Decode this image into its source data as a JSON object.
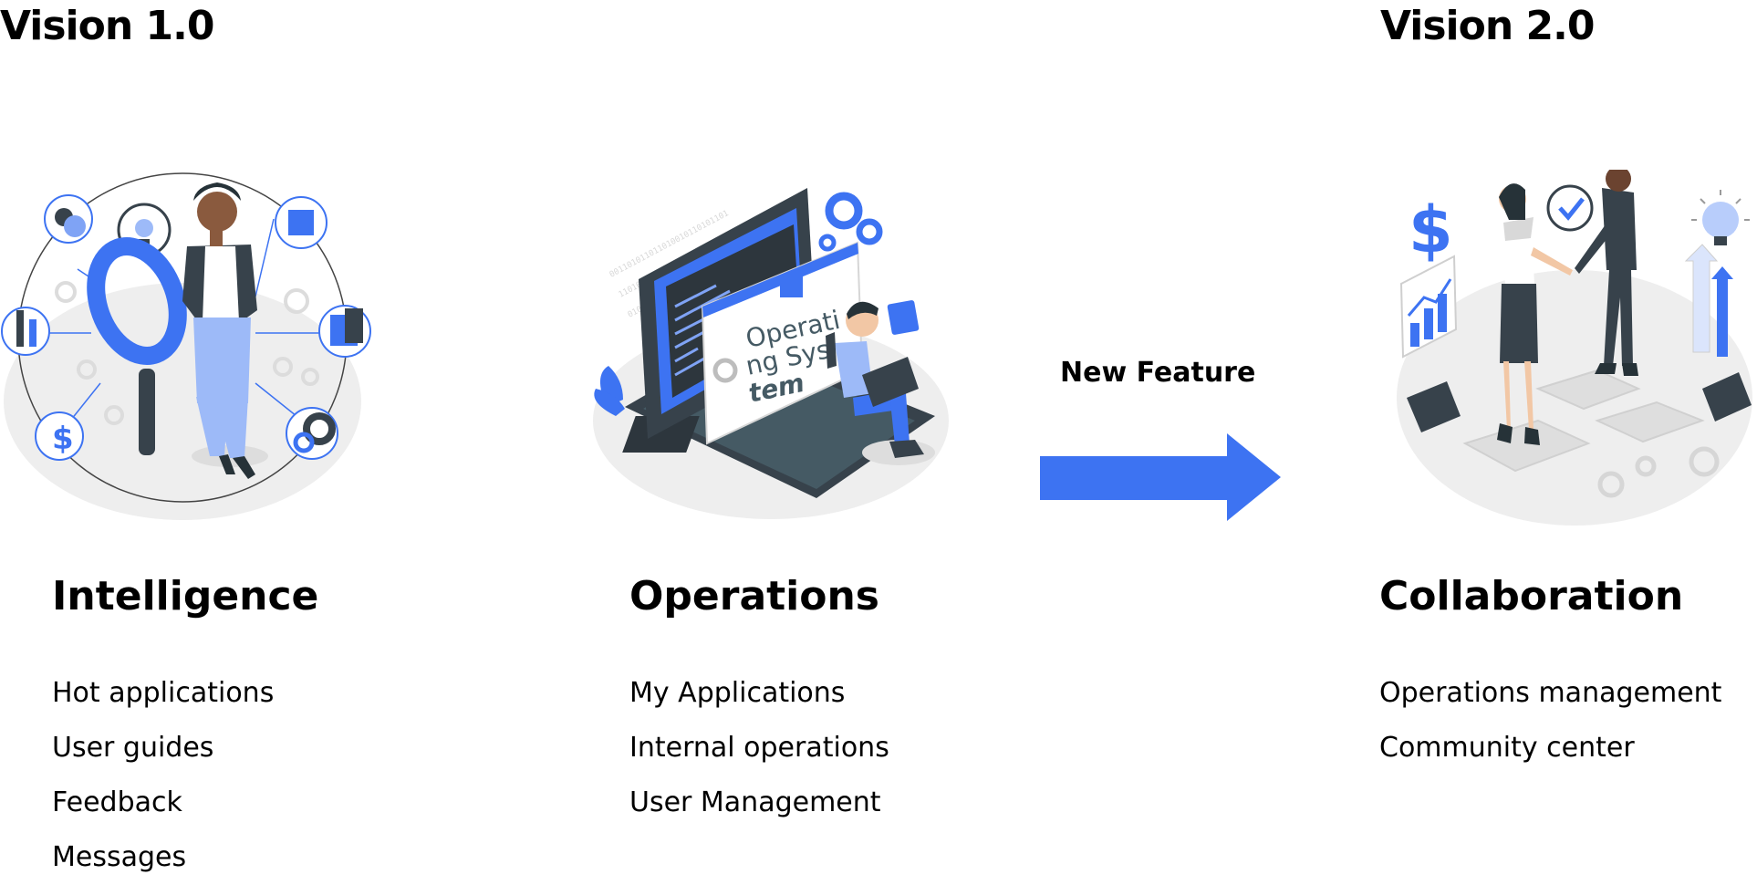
{
  "vision_left": {
    "title": "Vision 1.0"
  },
  "vision_right": {
    "title": "Vision 2.0"
  },
  "transition": {
    "label": "New Feature"
  },
  "columns": [
    {
      "title": "Intelligence",
      "items": [
        "Hot applications",
        "User guides",
        "Feedback",
        "Messages"
      ]
    },
    {
      "title": "Operations",
      "items": [
        "My Applications",
        "Internal operations",
        "User Management"
      ]
    },
    {
      "title": "Collaboration",
      "items": [
        "Operations management",
        "Community center"
      ]
    }
  ],
  "screen_text": {
    "line1": "Operati",
    "line2": "ng Sys",
    "line3": "tem"
  },
  "colors": {
    "accent": "#3d73f2",
    "dark": "#37424b",
    "light_grey": "#eeeeee"
  }
}
